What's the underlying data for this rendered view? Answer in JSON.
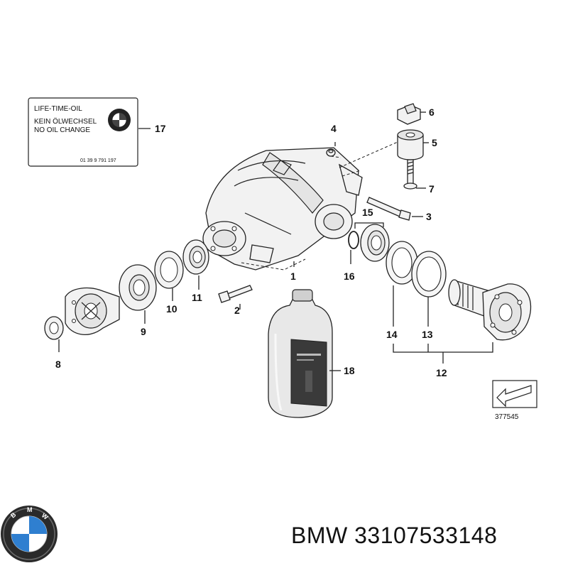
{
  "label_sticker": {
    "line1": "LIFE-TIME-OIL",
    "line2": "KEIN ÖLWECHSEL",
    "line3": "NO OIL CHANGE",
    "part_no": "01 39 9 791 197"
  },
  "callouts": [
    "1",
    "2",
    "3",
    "4",
    "5",
    "6",
    "7",
    "8",
    "9",
    "10",
    "11",
    "12",
    "13",
    "14",
    "15",
    "16",
    "17",
    "18"
  ],
  "diagram_number": "377545",
  "caption": "BMW 33107533148",
  "logo": {
    "icon": "bmw-roundel-icon",
    "text": "BMW"
  },
  "colors": {
    "blue": "#2f7fd0",
    "dark": "#111111",
    "line": "#222222"
  }
}
